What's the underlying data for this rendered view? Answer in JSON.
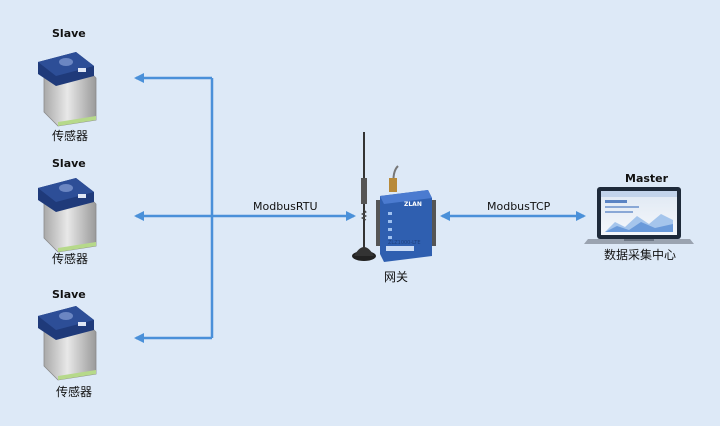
{
  "colors": {
    "background": "#dde9f7",
    "arrow": "#4a90d9",
    "sensor_cap": "#1f3a7a",
    "sensor_body": "#c8c8c8",
    "gateway": "#2f5fb0",
    "laptop": "#1e2a3a"
  },
  "sensors": [
    {
      "role": "Slave",
      "name": "传感器"
    },
    {
      "role": "Slave",
      "name": "传感器"
    },
    {
      "role": "Slave",
      "name": "传感器"
    }
  ],
  "links": {
    "left_protocol": "ModbusRTU",
    "right_protocol": "ModbusTCP"
  },
  "gateway": {
    "name": "网关",
    "brand": "ZLAN",
    "model": "ZLZ1000-LTE"
  },
  "master": {
    "role": "Master",
    "name": "数据采集中心"
  }
}
